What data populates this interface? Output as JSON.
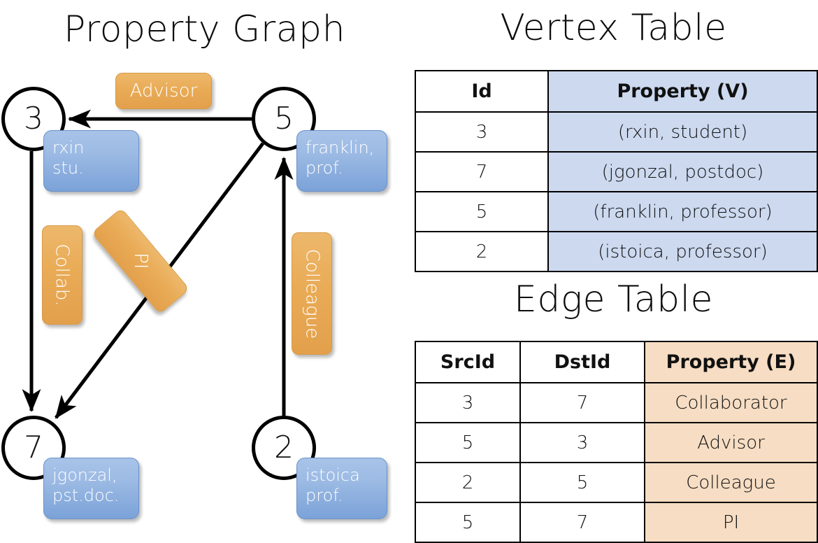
{
  "titles": {
    "property_graph": "Property Graph",
    "vertex_table": "Vertex Table",
    "edge_table": "Edge Table"
  },
  "graph": {
    "nodes": [
      {
        "id": "3",
        "label": "3",
        "property_line1": "rxin",
        "property_line2": "stu."
      },
      {
        "id": "5",
        "label": "5",
        "property_line1": "franklin,",
        "property_line2": "prof."
      },
      {
        "id": "7",
        "label": "7",
        "property_line1": "jgonzal,",
        "property_line2": "pst.doc."
      },
      {
        "id": "2",
        "label": "2",
        "property_line1": "istoica",
        "property_line2": "prof."
      }
    ],
    "edge_labels": {
      "advisor": "Advisor",
      "collab": "Collab.",
      "pi": "PI",
      "colleague": "Colleague"
    },
    "edges": [
      {
        "src": "5",
        "dst": "3",
        "label": "Advisor"
      },
      {
        "src": "3",
        "dst": "7",
        "label": "Collab."
      },
      {
        "src": "5",
        "dst": "7",
        "label": "PI"
      },
      {
        "src": "2",
        "dst": "5",
        "label": "Colleague"
      }
    ]
  },
  "vertex_table": {
    "columns": [
      "Id",
      "Property (V)"
    ],
    "rows": [
      {
        "id": "3",
        "property": "(rxin, student)"
      },
      {
        "id": "7",
        "property": "(jgonzal, postdoc)"
      },
      {
        "id": "5",
        "property": "(franklin, professor)"
      },
      {
        "id": "2",
        "property": "(istoica, professor)"
      }
    ]
  },
  "edge_table": {
    "columns": [
      "SrcId",
      "DstId",
      "Property (E)"
    ],
    "rows": [
      {
        "src": "3",
        "dst": "7",
        "property": "Collaborator"
      },
      {
        "src": "5",
        "dst": "3",
        "property": "Advisor"
      },
      {
        "src": "2",
        "dst": "5",
        "property": "Colleague"
      },
      {
        "src": "5",
        "dst": "7",
        "property": "PI"
      }
    ]
  },
  "colors": {
    "vertex_property_fill": "#ccd9ef",
    "edge_property_fill": "#f6ddc3",
    "node_box_blue": "#7ba2d8",
    "edge_label_orange": "#e9ab56",
    "stroke": "#000000",
    "background": "#ffffff"
  }
}
